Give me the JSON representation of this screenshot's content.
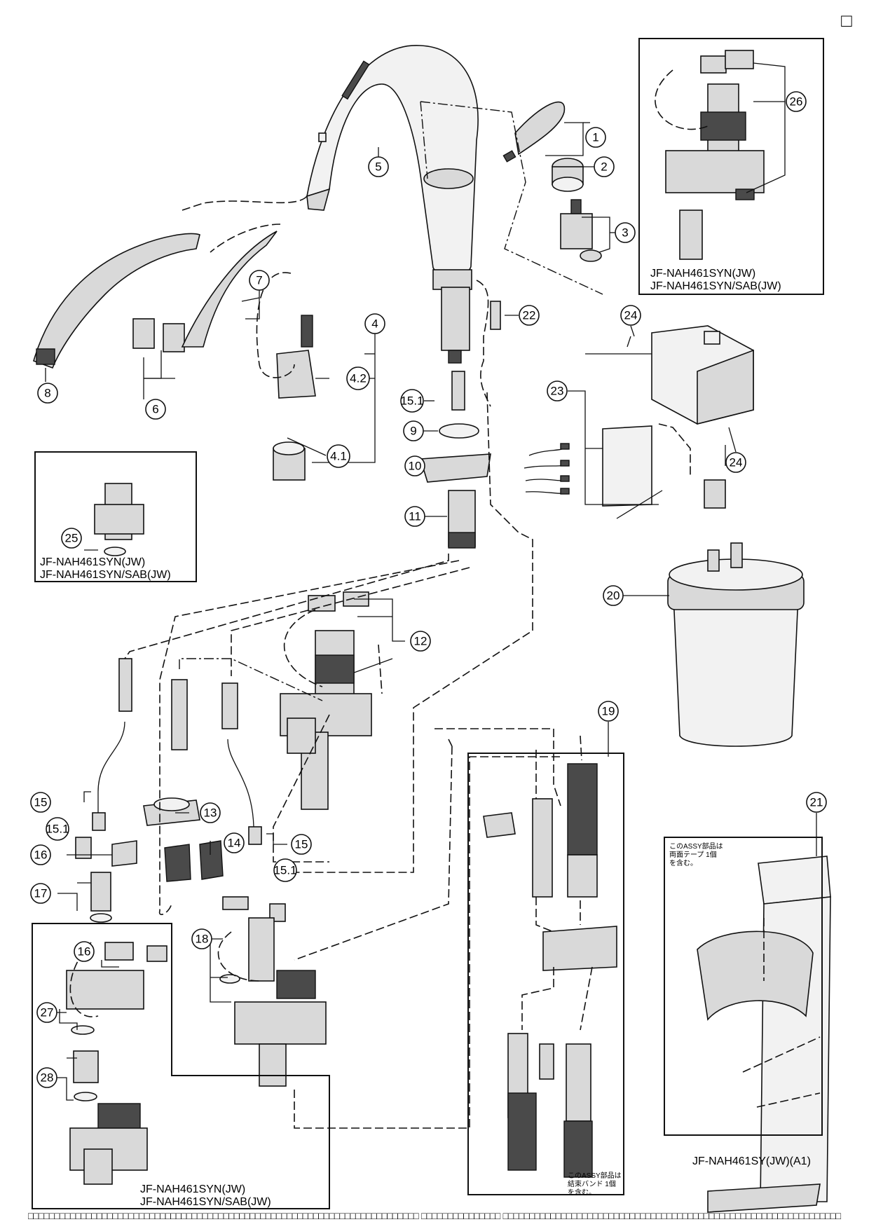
{
  "corner_mark": "□",
  "callouts": [
    {
      "id": "1",
      "label": "1"
    },
    {
      "id": "2",
      "label": "2"
    },
    {
      "id": "3",
      "label": "3"
    },
    {
      "id": "4",
      "label": "4"
    },
    {
      "id": "4_2",
      "label": "4.2"
    },
    {
      "id": "4_1",
      "label": "4.1"
    },
    {
      "id": "5",
      "label": "5"
    },
    {
      "id": "6",
      "label": "6"
    },
    {
      "id": "7",
      "label": "7"
    },
    {
      "id": "8",
      "label": "8"
    },
    {
      "id": "9",
      "label": "9"
    },
    {
      "id": "10",
      "label": "10"
    },
    {
      "id": "11",
      "label": "11"
    },
    {
      "id": "12",
      "label": "12"
    },
    {
      "id": "13",
      "label": "13"
    },
    {
      "id": "14",
      "label": "14"
    },
    {
      "id": "15a",
      "label": "15"
    },
    {
      "id": "15b",
      "label": "15"
    },
    {
      "id": "15_1a",
      "label": "15.1"
    },
    {
      "id": "15_1b",
      "label": "15.1"
    },
    {
      "id": "15_1c",
      "label": "15.1"
    },
    {
      "id": "16a",
      "label": "16"
    },
    {
      "id": "16b",
      "label": "16"
    },
    {
      "id": "17",
      "label": "17"
    },
    {
      "id": "18",
      "label": "18"
    },
    {
      "id": "19",
      "label": "19"
    },
    {
      "id": "20",
      "label": "20"
    },
    {
      "id": "21",
      "label": "21"
    },
    {
      "id": "22",
      "label": "22"
    },
    {
      "id": "23",
      "label": "23"
    },
    {
      "id": "24a",
      "label": "24"
    },
    {
      "id": "24b",
      "label": "24"
    },
    {
      "id": "25",
      "label": "25"
    },
    {
      "id": "26",
      "label": "26"
    },
    {
      "id": "27",
      "label": "27"
    },
    {
      "id": "28",
      "label": "28"
    }
  ],
  "model_labels": {
    "box26_line1": "JF-NAH461SYN(JW)",
    "box26_line2": "JF-NAH461SYN/SAB(JW)",
    "box25_line1": "JF-NAH461SYN(JW)",
    "box25_line2": "JF-NAH461SYN/SAB(JW)",
    "box27_line1": "JF-NAH461SYN(JW)",
    "box27_line2": "JF-NAH461SYN/SAB(JW)",
    "bracket_model": "JF-NAH461SY(JW)(A1)"
  },
  "notes": {
    "bracket_note_1": "このASSY部品は",
    "bracket_note_2": "両面テープ 1個",
    "bracket_note_3": "を含む。",
    "band_note_1": "このASSY部品は",
    "band_note_2": "結束バンド 1個",
    "band_note_3": "を含む。"
  },
  "footer_text": "□□□□□□□□□□□□□□□□□□□□□□□□□□□□□□□□□□□□□□□□□□□□□□□□□□□□□□□□□□□□□□□□□□□□□□□□□□ □□□□□□□□□□□□□□□ □□□□□□□□□□□□□□□□□□□□□□□□□□□□□□□□□□□□□□□□□□□□□□□□□□□□□□□□□□□□□□□□"
}
